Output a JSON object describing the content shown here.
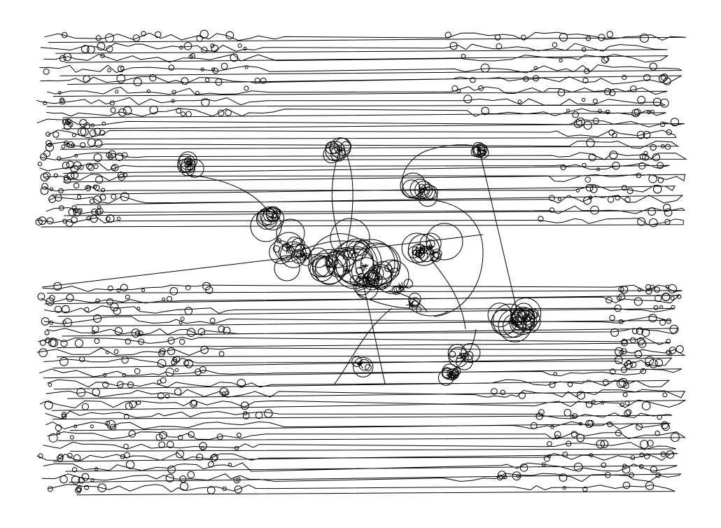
{
  "artwork": {
    "kind": "generative pen-plotter line drawing",
    "background": "#ffffff",
    "stroke": "#000000",
    "rows_top_block": 18,
    "rows_bottom_block": 20,
    "circle_clusters": 22
  }
}
